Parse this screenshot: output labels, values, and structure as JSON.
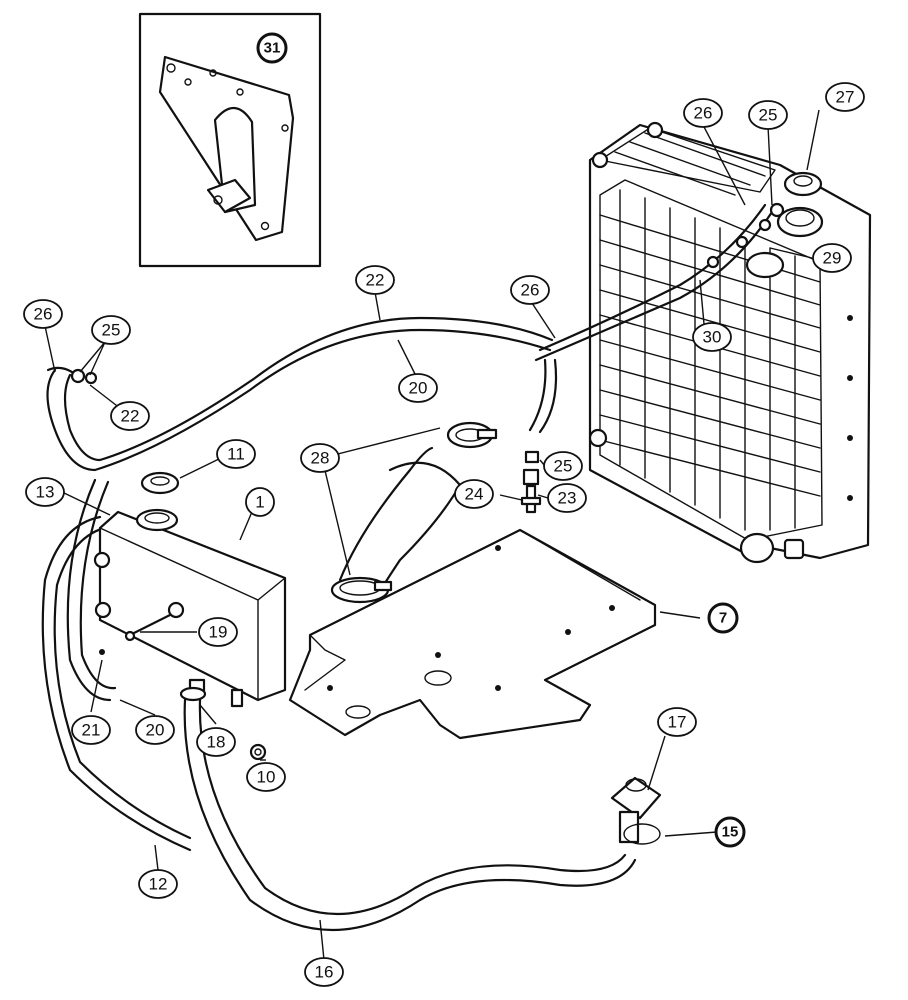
{
  "callouts": {
    "c31": "31",
    "c27": "27",
    "c26a": "26",
    "c25a": "25",
    "c29": "29",
    "c30": "30",
    "c26b": "26",
    "c22a": "22",
    "c26c": "26",
    "c25b": "25",
    "c22b": "22",
    "c20a": "20",
    "c11": "11",
    "c28": "28",
    "c25c": "25",
    "c13": "13",
    "c1": "1",
    "c24": "24",
    "c23": "23",
    "c7": "7",
    "c19": "19",
    "c21": "21",
    "c20b": "20",
    "c18": "18",
    "c10": "10",
    "c17": "17",
    "c15": "15",
    "c12": "12",
    "c16": "16"
  }
}
